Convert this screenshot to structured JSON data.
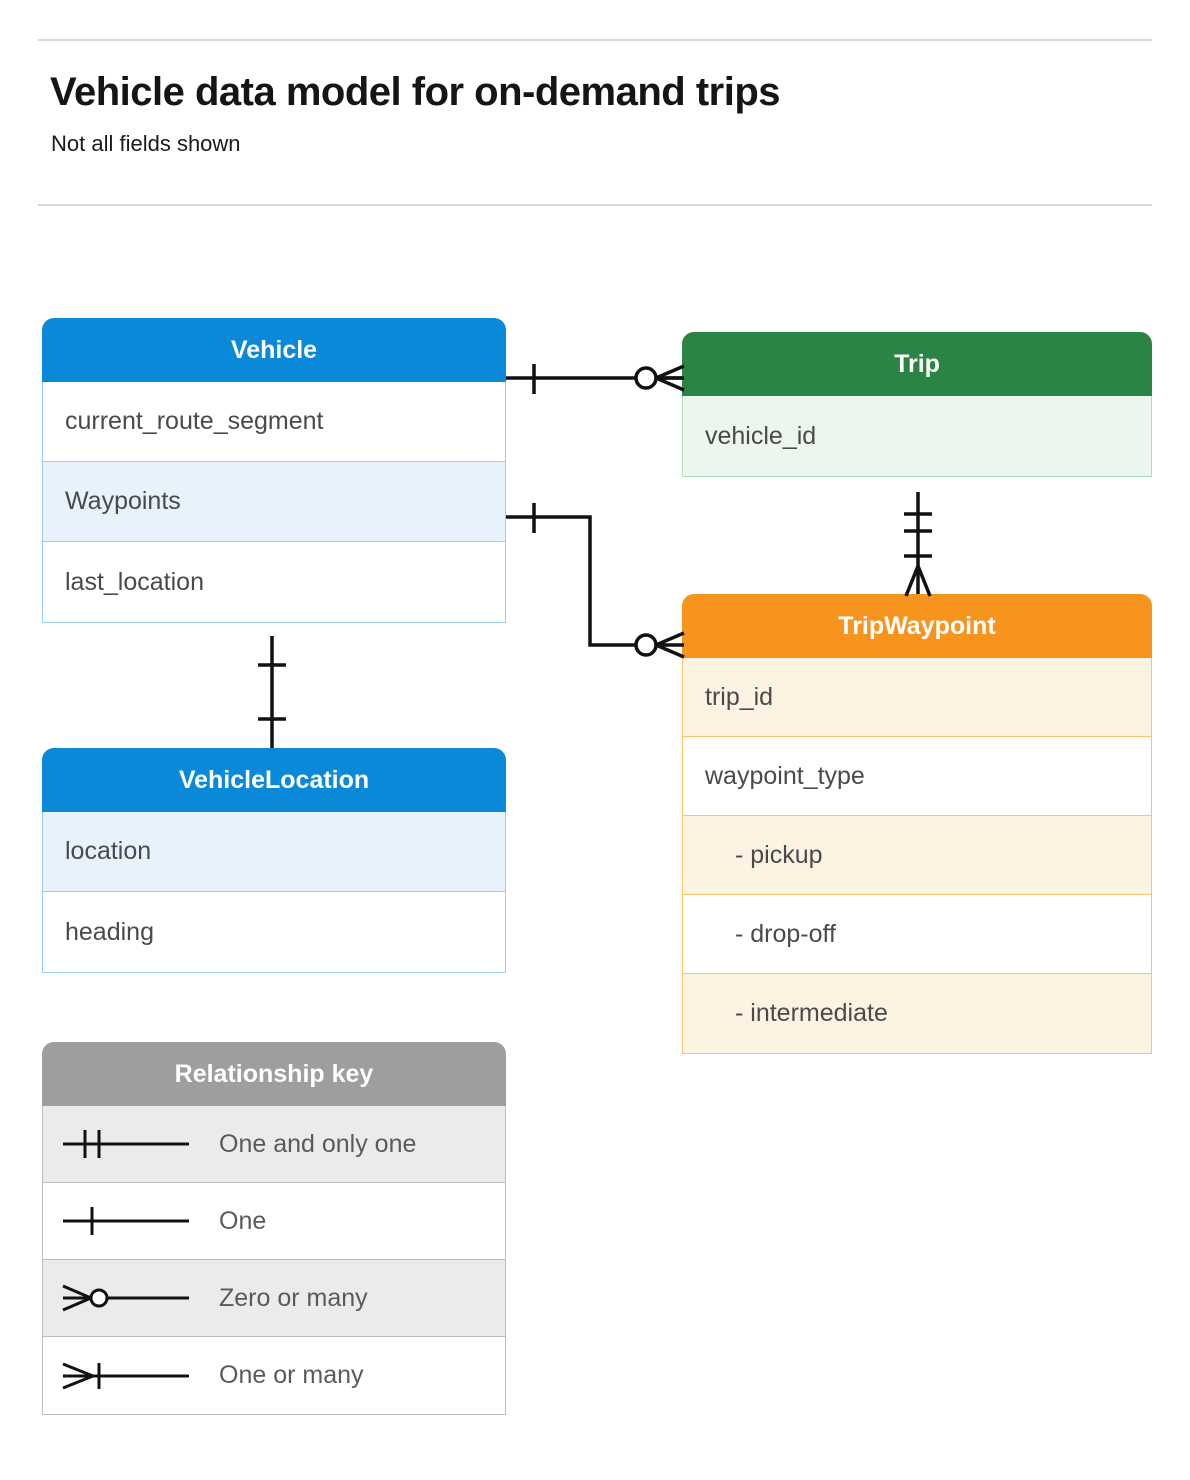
{
  "header": {
    "title": "Vehicle data model for on-demand trips",
    "subtitle": "Not all fields shown"
  },
  "colors": {
    "blue": "#0989d8",
    "blue_fill": "#e8f2fd",
    "blue_border": "#9ecdf4",
    "green": "#2a8544",
    "green_fill": "#ecf6ef",
    "green_border": "#b3ddc0",
    "orange": "#f7941d",
    "orange_fill": "#fdf3e3",
    "orange_border": "#fbc66a",
    "grey": "#9e9e9e",
    "grey_fill": "#ebebeb",
    "connector": "#111111",
    "text": "#4a4a4a",
    "rule": "#d8d8d8"
  },
  "entities": [
    {
      "id": "vehicle",
      "name": "Vehicle",
      "theme": "blue",
      "fields": [
        {
          "label": "current_route_segment",
          "highlight": false
        },
        {
          "label": "Waypoints",
          "highlight": true
        },
        {
          "label": "last_location",
          "highlight": false
        }
      ]
    },
    {
      "id": "trip",
      "name": "Trip",
      "theme": "green",
      "fields": [
        {
          "label": "vehicle_id",
          "highlight": true
        }
      ]
    },
    {
      "id": "tripwaypoint",
      "name": "TripWaypoint",
      "theme": "orange",
      "fields": [
        {
          "label": "trip_id",
          "highlight": true,
          "indent": false
        },
        {
          "label": "waypoint_type",
          "highlight": false,
          "indent": false
        },
        {
          "label": "-  pickup",
          "highlight": true,
          "indent": true
        },
        {
          "label": "-  drop-off",
          "highlight": false,
          "indent": true
        },
        {
          "label": "-  intermediate",
          "highlight": true,
          "indent": true
        }
      ]
    },
    {
      "id": "vehiclelocation",
      "name": "VehicleLocation",
      "theme": "blue",
      "fields": [
        {
          "label": "location",
          "highlight": true
        },
        {
          "label": "heading",
          "highlight": false
        }
      ]
    }
  ],
  "legend": {
    "title": "Relationship key",
    "items": [
      {
        "symbol": "one-and-only-one",
        "label": "One and only one",
        "highlight": true
      },
      {
        "symbol": "one",
        "label": "One",
        "highlight": false
      },
      {
        "symbol": "zero-or-many",
        "label": "Zero or many",
        "highlight": true
      },
      {
        "symbol": "one-or-many",
        "label": "One or many",
        "highlight": false
      }
    ]
  },
  "relationships": [
    {
      "id": "vehicle-to-trip",
      "from": "Vehicle",
      "to": "Trip",
      "from_cardinality": "one",
      "to_cardinality": "zero-or-many"
    },
    {
      "id": "vehicle-waypoints-to-tripwaypoint",
      "from": "Vehicle.Waypoints",
      "to": "TripWaypoint",
      "from_cardinality": "one",
      "to_cardinality": "zero-or-many"
    },
    {
      "id": "trip-to-tripwaypoint",
      "from": "Trip",
      "to": "TripWaypoint",
      "from_cardinality": "one-and-only-one",
      "to_cardinality": "one-or-many"
    },
    {
      "id": "vehicle-to-vehiclelocation",
      "from": "Vehicle",
      "to": "VehicleLocation",
      "from_cardinality": "one",
      "to_cardinality": "one"
    }
  ]
}
